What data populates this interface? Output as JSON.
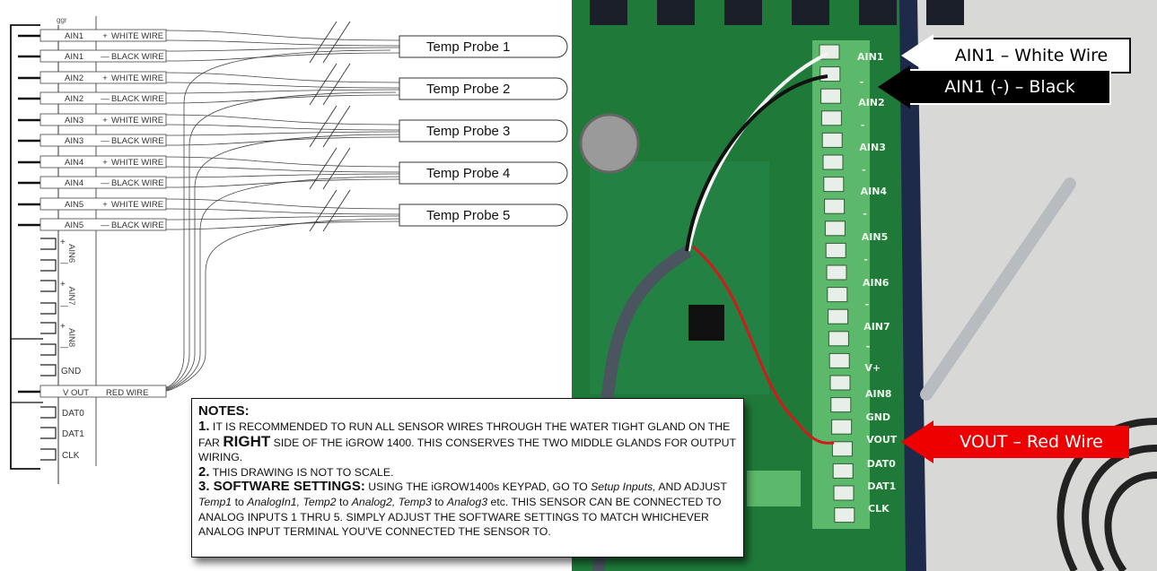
{
  "diagram": {
    "top_label": "ggr",
    "wires": [
      {
        "terminal": "AIN1",
        "sign": "+",
        "label": "WHITE WIRE"
      },
      {
        "terminal": "AIN1",
        "sign": "—",
        "label": "BLACK WIRE"
      },
      {
        "terminal": "AIN2",
        "sign": "+",
        "label": "WHITE WIRE"
      },
      {
        "terminal": "AIN2",
        "sign": "—",
        "label": "BLACK WIRE"
      },
      {
        "terminal": "AIN3",
        "sign": "+",
        "label": "WHITE WIRE"
      },
      {
        "terminal": "AIN3",
        "sign": "—",
        "label": "BLACK WIRE"
      },
      {
        "terminal": "AIN4",
        "sign": "+",
        "label": "WHITE WIRE"
      },
      {
        "terminal": "AIN4",
        "sign": "—",
        "label": "BLACK WIRE"
      },
      {
        "terminal": "AIN5",
        "sign": "+",
        "label": "WHITE WIRE"
      },
      {
        "terminal": "AIN5",
        "sign": "—",
        "label": "BLACK WIRE"
      }
    ],
    "probes": [
      "Temp Probe 1",
      "Temp Probe 2",
      "Temp Probe 3",
      "Temp Probe 4",
      "Temp Probe 5"
    ],
    "unused_inputs": [
      "AIN6",
      "AIN7",
      "AIN8"
    ],
    "plus": "+",
    "minus": "—",
    "gnd": "GND",
    "vout": {
      "terminal": "V  OUT",
      "label": "RED  WIRE"
    },
    "bottom_terminals": [
      "DAT0",
      "DAT1",
      "CLK"
    ]
  },
  "notes": {
    "heading": "NOTES:",
    "n1_num": "1.",
    "n1_a": " IT IS RECOMMENDED TO RUN ALL SENSOR WIRES THROUGH THE WATER TIGHT GLAND ON THE FAR ",
    "n1_bold": "RIGHT",
    "n1_b": " SIDE OF THE iGROW 1400.   THIS CONSERVES THE TWO MIDDLE GLANDS FOR OUTPUT WIRING.",
    "n2_num": "2.",
    "n2": " THIS DRAWING IS NOT TO SCALE.",
    "n3_head": "3. SOFTWARE SETTINGS:",
    "n3_a": " USING THE iGROW1400s KEYPAD, GO TO ",
    "n3_i1": "Setup Inputs,",
    "n3_b": " AND ADJUST ",
    "n3_i2": "Temp1",
    "n3_c": " to ",
    "n3_i3": "AnalogIn1, Temp2",
    "n3_d": " to ",
    "n3_i4": "Analog2, Temp3",
    "n3_e": " to ",
    "n3_i5": "Analog3",
    "n3_f": " etc.  THIS SENSOR CAN BE CONNECTED TO ANALOG INPUTS 1 THRU 5.  SIMPLY ADJUST THE SOFTWARE SETTINGS TO MATCH WHICHEVER ANALOG INPUT TERMINAL YOU'VE CONNECTED THE SENSOR TO."
  },
  "photo": {
    "terminal_labels": [
      "AIN1",
      "-",
      "AIN2",
      "-",
      "AIN3",
      "-",
      "AIN4",
      "-",
      "AIN5",
      "-",
      "AIN6",
      "-",
      "AIN7",
      "-",
      "V+",
      "AIN8",
      "GND",
      "VOUT",
      "DAT0",
      "DAT1",
      "CLK"
    ],
    "callouts": [
      {
        "text": "AIN1 – White Wire",
        "bg": "#ffffff",
        "fg": "#000000"
      },
      {
        "text": "AIN1 (-) – Black",
        "bg": "#000000",
        "fg": "#ffffff"
      },
      {
        "text": "VOUT – Red Wire",
        "bg": "#ee0000",
        "fg": "#ffffff"
      }
    ],
    "colors": {
      "board": "#1f7a3a",
      "terminal": "#5cb86a",
      "rim": "#1d2a4a",
      "wall": "#d8d8d6",
      "red_wire": "#d21a1a"
    }
  }
}
